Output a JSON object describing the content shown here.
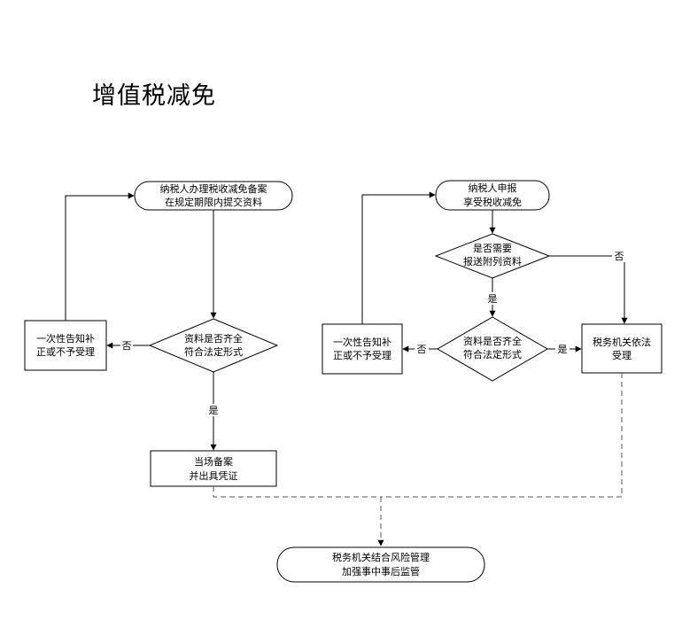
{
  "title": "增值税减免",
  "nodes": {
    "left_start": [
      "纳税人办理税收减免备案",
      "在规定期限内提交资料"
    ],
    "left_decision": [
      "资料是否齐全",
      "符合法定形式"
    ],
    "left_reject": [
      "一次性告知补",
      "正或不予受理"
    ],
    "left_record": [
      "当场备案",
      "并出具凭证"
    ],
    "right_start": [
      "纳税人申报",
      "享受税收减免"
    ],
    "right_decision_attach": [
      "是否需要",
      "报送附列资料"
    ],
    "right_decision": [
      "资料是否齐全",
      "符合法定形式"
    ],
    "right_reject": [
      "一次性告知补",
      "正或不予受理"
    ],
    "right_accept": [
      "税务机关依法",
      "受理"
    ],
    "end": [
      "税务机关结合风险管理",
      "加强事中事后监管"
    ]
  },
  "edge_labels": {
    "left_no": "否",
    "left_yes": "是",
    "right_attach_no": "否",
    "right_attach_yes": "是",
    "right_no": "否",
    "right_yes": "是"
  }
}
